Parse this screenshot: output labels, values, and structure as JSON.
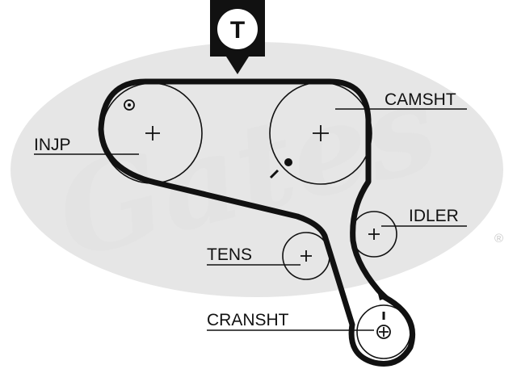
{
  "header": {
    "marker": "T"
  },
  "watermark": {
    "brand": "Gates",
    "registered": "®"
  },
  "labels": {
    "injp": "INJP",
    "camsht": "CAMSHT",
    "idler": "IDLER",
    "tens": "TENS",
    "cransht": "CRANSHT"
  },
  "colors": {
    "ink": "#111111",
    "watermark": "#e3e3e3"
  }
}
